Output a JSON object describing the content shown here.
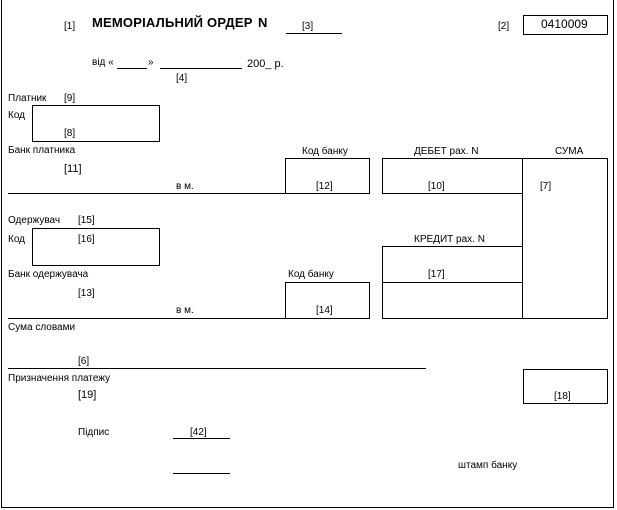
{
  "header": {
    "ref_1": "[1]",
    "title": "МЕМОРІАЛЬНИЙ ОРДЕР",
    "number_sign": "N",
    "ref_3": "[3]",
    "ref_2": "[2]",
    "form_code": "0410009"
  },
  "date": {
    "from_label": "від «",
    "close_quote": "»",
    "year_suffix": "200_ р.",
    "ref_4": "[4]"
  },
  "payer": {
    "label": "Платник",
    "ref_9": "[9]",
    "code_label": "Код",
    "ref_8": "[8]",
    "bank_label": "Банк платника",
    "ref_11": "[11]",
    "city_label": "в м.",
    "bank_code_label": "Код банку",
    "ref_12": "[12]"
  },
  "debit": {
    "label": "ДЕБЕТ рах. N",
    "ref_10": "[10]"
  },
  "sum": {
    "label": "СУМА",
    "ref_7": "[7]"
  },
  "receiver": {
    "label": "Одержувач",
    "ref_15": "[15]",
    "code_label": "Код",
    "ref_16": "[16]",
    "bank_label": "Банк одержувача",
    "ref_13": "[13]",
    "city_label": "в м.",
    "bank_code_label": "Код банку",
    "ref_14": "[14]"
  },
  "credit": {
    "label": "КРЕДИТ рах. N",
    "ref_17": "[17]"
  },
  "sum_words": {
    "label": "Сума словами",
    "ref_6": "[6]"
  },
  "purpose": {
    "label": "Призначення платежу",
    "ref_19": "[19]",
    "ref_18": "[18]"
  },
  "signature": {
    "label": "Підпис",
    "ref_42": "[42]",
    "stamp_label": "штамп банку"
  }
}
